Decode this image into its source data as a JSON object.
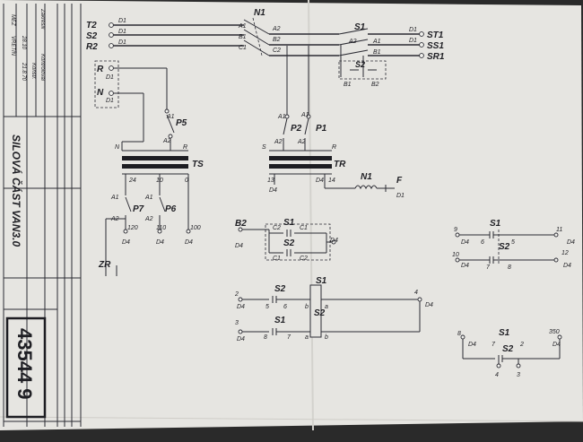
{
  "document": {
    "number": "43544 9",
    "title": "SILOVÁ ČÁST VAN3.0",
    "titleblock": {
      "row1": "MEZ",
      "row2": "VRETÍN",
      "row3": "28.10",
      "row4": "21.8.70",
      "row5": "Konstr.",
      "row6": "Kontroloval",
      "row7": "Zakreslil"
    }
  },
  "labels": {
    "inputs": [
      "T2",
      "S2",
      "R2"
    ],
    "outputs": [
      "ST1",
      "SS1",
      "SR1"
    ],
    "d1": "D1",
    "d4": "D4",
    "n1": "N1",
    "s1": "S1",
    "s2": "S2",
    "b1": "B1",
    "b2": "B2",
    "a1": "A1",
    "a2": "A2",
    "c1": "C1",
    "c2": "C2",
    "r": "R",
    "n": "N",
    "s": "S",
    "p5": "P5",
    "p2": "P2",
    "p1": "P1",
    "p7": "P7",
    "p6": "P6",
    "ts": "TS",
    "tr": "TR",
    "f": "F",
    "zr": "ZR",
    "a": "a",
    "b": "b",
    "tap24": "24",
    "tap10": "10",
    "tap0": "0",
    "tap13": "13",
    "tap14": "14",
    "tap120": "120",
    "tap110": "110",
    "tap100": "100",
    "n2": "2",
    "n3": "3",
    "n4": "4",
    "n5": "5",
    "n6": "6",
    "n7": "7",
    "n8": "8",
    "n9": "9",
    "n10": "10",
    "n11": "11",
    "n12": "12",
    "n350": "350"
  },
  "colors": {
    "paper": "#e8e7e3",
    "ink": "#2b2b33",
    "background": "#2a2a2a"
  }
}
